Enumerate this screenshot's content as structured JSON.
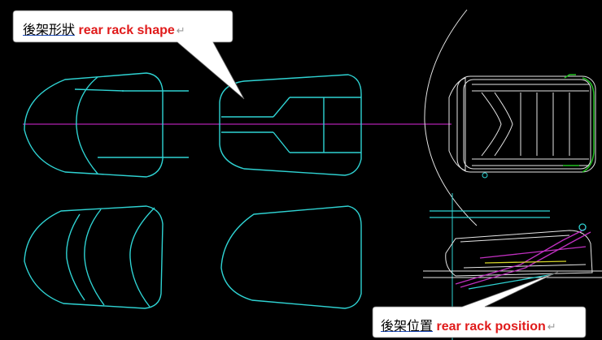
{
  "callouts": {
    "shape": {
      "cjk": "後架形狀",
      "en": "rear rack shape",
      "mark": "↵"
    },
    "position": {
      "cjk": "後架位置",
      "en": "rear rack position",
      "mark": "↵"
    }
  },
  "colors": {
    "background": "#000000",
    "outline": "#2fd3d3",
    "centerline": "#b020b0",
    "vehicle": "#e6e6e6",
    "accent_green": "#22c022",
    "bubble": "#ffffff",
    "callout_en": "#e01b1b"
  }
}
